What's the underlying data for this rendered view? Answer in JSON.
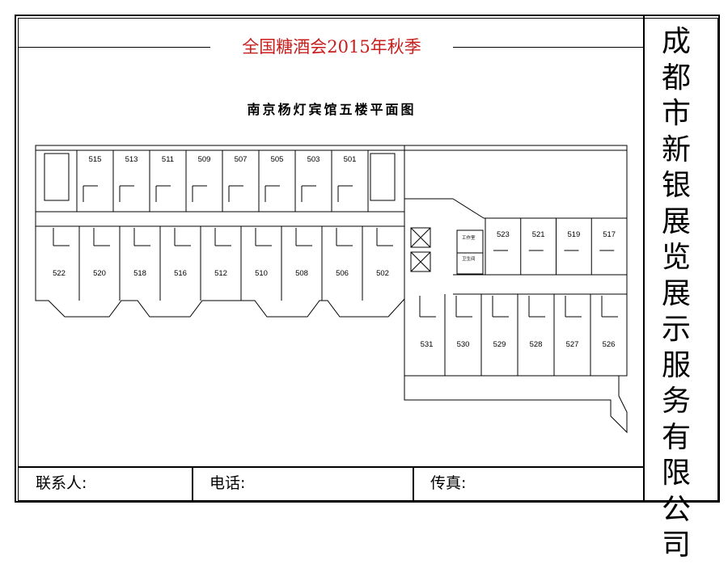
{
  "event_title": "全国糖酒会2015年秋季",
  "plan_title": "南京杨灯宾馆五楼平面图",
  "company": [
    "成",
    "都",
    "市",
    "新",
    "银",
    "展",
    "览",
    "展",
    "示",
    "服",
    "务",
    "有",
    "限",
    "公",
    "司"
  ],
  "footer": {
    "contact_label": "联系人:",
    "phone_label": "电话:",
    "fax_label": "传真:"
  },
  "rooms": {
    "north_west": [
      "515",
      "513",
      "511",
      "509",
      "507",
      "505",
      "503",
      "501"
    ],
    "south_west": [
      "522",
      "520",
      "518",
      "516",
      "512",
      "510",
      "508",
      "506",
      "502"
    ],
    "north_east": [
      "523",
      "521",
      "519",
      "517"
    ],
    "south_east": [
      "531",
      "530",
      "529",
      "528",
      "527",
      "526"
    ]
  },
  "small_labels": {
    "staff_room": "工作室",
    "restroom": "卫生间"
  }
}
